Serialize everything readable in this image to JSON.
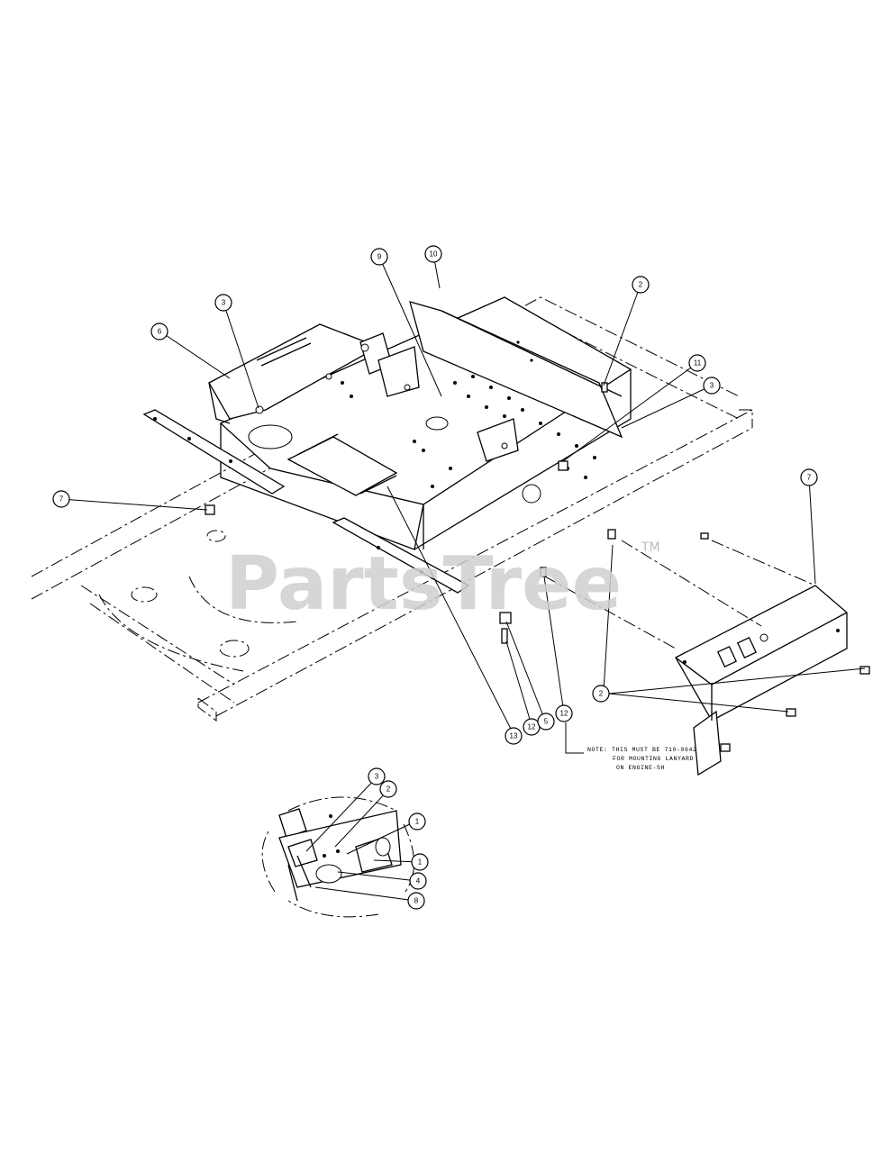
{
  "watermark": {
    "brand": "PartsTree",
    "trademark": "TM"
  },
  "note": {
    "line1": "NOTE: THIS MUST BE 710-0642",
    "line2": "FOR MOUNTING LANYARD",
    "line3": "ON ENGINE-SH"
  },
  "callouts": [
    {
      "id": "c6",
      "label": "6"
    },
    {
      "id": "c3a",
      "label": "3"
    },
    {
      "id": "c9",
      "label": "9"
    },
    {
      "id": "c10",
      "label": "10"
    },
    {
      "id": "c2a",
      "label": "2"
    },
    {
      "id": "c11",
      "label": "11"
    },
    {
      "id": "c3b",
      "label": "3"
    },
    {
      "id": "c7a",
      "label": "7"
    },
    {
      "id": "c7b",
      "label": "7"
    },
    {
      "id": "c2b",
      "label": "2"
    },
    {
      "id": "c13",
      "label": "13"
    },
    {
      "id": "c12a",
      "label": "12"
    },
    {
      "id": "c5",
      "label": "5"
    },
    {
      "id": "c12b",
      "label": "12"
    },
    {
      "id": "c3c",
      "label": "3"
    },
    {
      "id": "c2c",
      "label": "2"
    },
    {
      "id": "c1a",
      "label": "1"
    },
    {
      "id": "c1b",
      "label": "1"
    },
    {
      "id": "c4",
      "label": "4"
    },
    {
      "id": "c8",
      "label": "8"
    }
  ]
}
